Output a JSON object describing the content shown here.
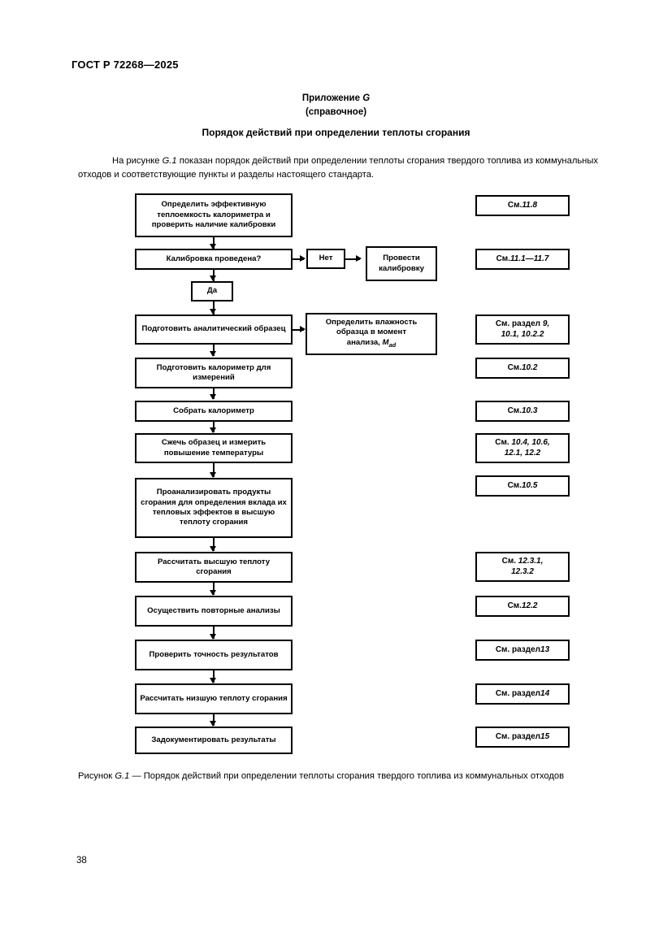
{
  "document": {
    "standard_header": "ГОСТ Р 72268—2025",
    "page_number": "38",
    "annex_label": "Приложение",
    "annex_letter": "G",
    "annex_kind": "(справочное)",
    "section_title": "Порядок действий при определении теплоты сгорания",
    "intro_part1": "На рисунке ",
    "intro_figure_ref": "G.1",
    "intro_part2": " показан порядок действий при определении теплоты сгорания твердого топлива из коммунальных отходов и соответствующие пункты и разделы настоящего стандарта.",
    "caption_prefix": "Рисунок ",
    "caption_figure_ref": "G.1",
    "caption_text": " — Порядок действий при определении теплоты сгорания твердого топлива из коммунальных отходов"
  },
  "flowchart": {
    "nodes": {
      "n1": "Определить эффективную теплоемкость калориметра и проверить наличие калибровки",
      "n2": "Калибровка проведена?",
      "no_branch": "Нет",
      "calibrate": "Провести калибровку",
      "yes_branch": "Да",
      "n3": "Подготовить аналитический образец",
      "moisture_line1": "Определить влажность",
      "moisture_line2": "образца в момент",
      "moisture_line3": "анализа,",
      "moisture_symbol_main": "M",
      "moisture_symbol_sub": "ad",
      "n4": "Подготовить калориметр для измерений",
      "n5": "Собрать калориметр",
      "n6": "Сжечь образец и измерить повышение температуры",
      "n7": "Проанализировать продукты сгорания для определения вклада их тепловых эффектов в высшую теплоту сгорания",
      "n8": "Рассчитать высшую теплоту сгорания",
      "n9": "Осуществить повторные анализы",
      "n10": "Проверить точность результатов",
      "n11": "Рассчитать низшую теплоту сгорания",
      "n12": "Задокументировать результаты"
    },
    "references": {
      "r1_prefix": "См. ",
      "r1_value": "11.8",
      "r2_prefix": "См. ",
      "r2_value": "11.1—11.7",
      "r3_prefix": "См. раздел ",
      "r3_value": "9,",
      "r3_line2": "10.1, 10.2.2",
      "r4_prefix": "См. ",
      "r4_value": "10.2",
      "r5_prefix": "См. ",
      "r5_value": "10.3",
      "r6_prefix": "См. ",
      "r6_value": "10.4, 10.6,",
      "r6_line2": "12.1, 12.2",
      "r7_prefix": "См. ",
      "r7_value": "10.5",
      "r8_prefix": "См. ",
      "r8_value": "12.3.1,",
      "r8_line2": "12.3.2",
      "r9_prefix": "См. ",
      "r9_value": "12.2",
      "r10_prefix": "См. раздел ",
      "r10_value": "13",
      "r11_prefix": "См. раздел ",
      "r11_value": "14",
      "r12_prefix": "См. раздел ",
      "r12_value": "15"
    }
  }
}
